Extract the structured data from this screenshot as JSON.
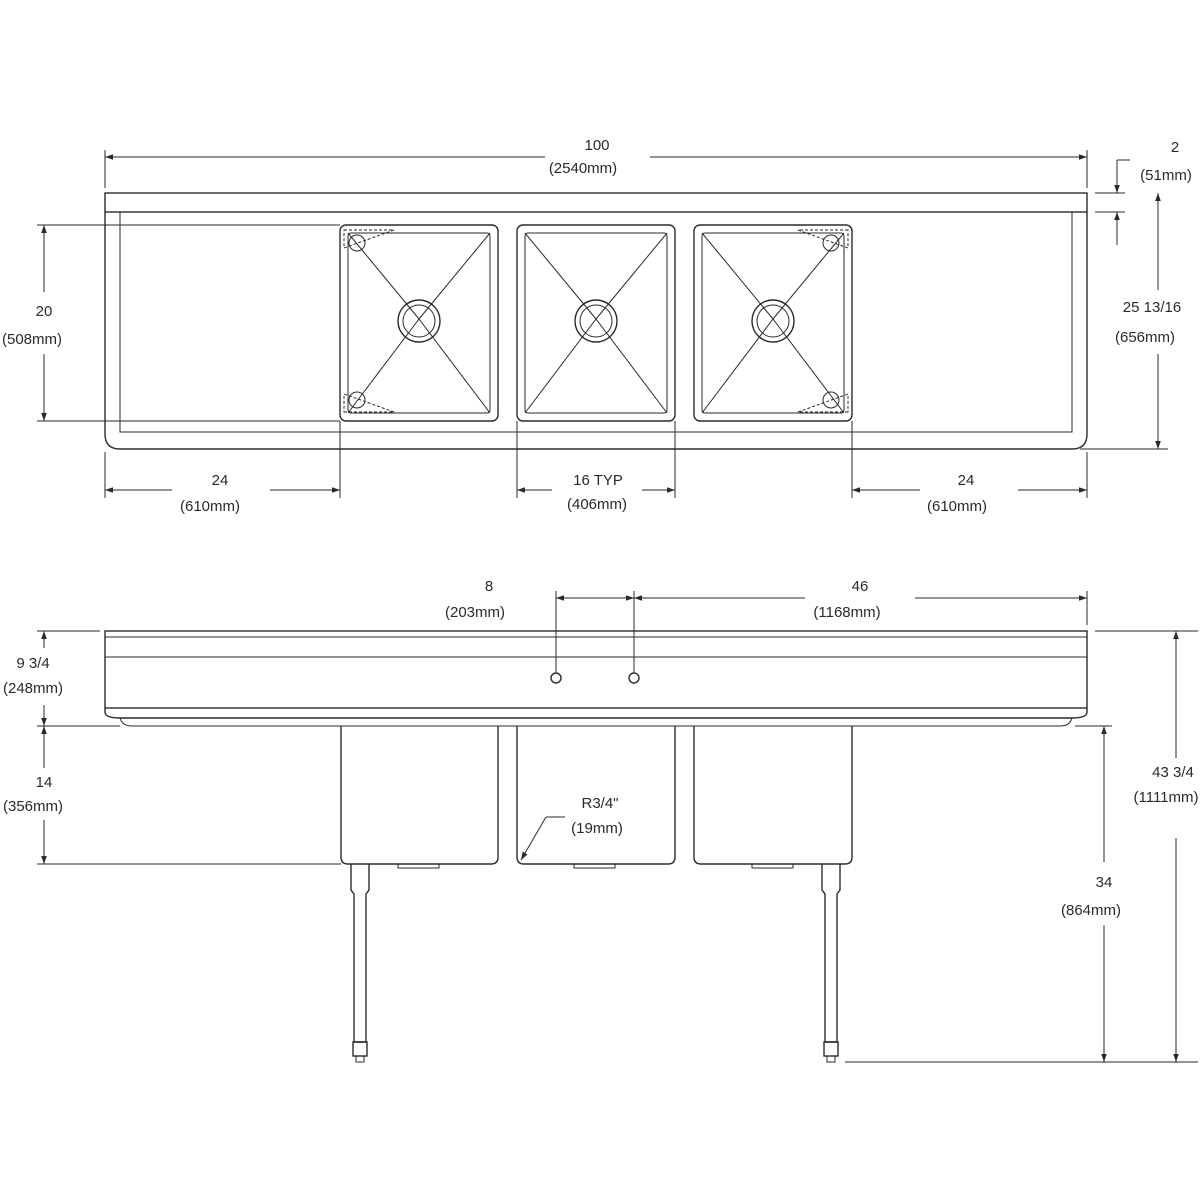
{
  "top_view": {
    "overall_length": {
      "in": "100",
      "mm": "(2540mm)"
    },
    "backsplash_height": {
      "in": "2",
      "mm": "(51mm)"
    },
    "bowl_front_to_back": {
      "in": "20",
      "mm": "(508mm)"
    },
    "overall_depth": {
      "in": "25 13/16",
      "mm": "(656mm)"
    },
    "left_drainboard": {
      "in": "24",
      "mm": "(610mm)"
    },
    "bowl_width": {
      "in": "16 TYP",
      "mm": "(406mm)"
    },
    "right_drainboard": {
      "in": "24",
      "mm": "(610mm)"
    }
  },
  "front_view": {
    "faucet_spacing": {
      "in": "8",
      "mm": "(203mm)"
    },
    "faucet_to_end": {
      "in": "46",
      "mm": "(1168mm)"
    },
    "backsplash_total": {
      "in": "9 3/4",
      "mm": "(248mm)"
    },
    "bowl_depth": {
      "in": "14",
      "mm": "(356mm)"
    },
    "corner_radius": {
      "in": "R3/4\"",
      "mm": "(19mm)"
    },
    "rim_height": {
      "in": "34",
      "mm": "(864mm)"
    },
    "overall_height": {
      "in": "43 3/4",
      "mm": "(1111mm)"
    }
  }
}
